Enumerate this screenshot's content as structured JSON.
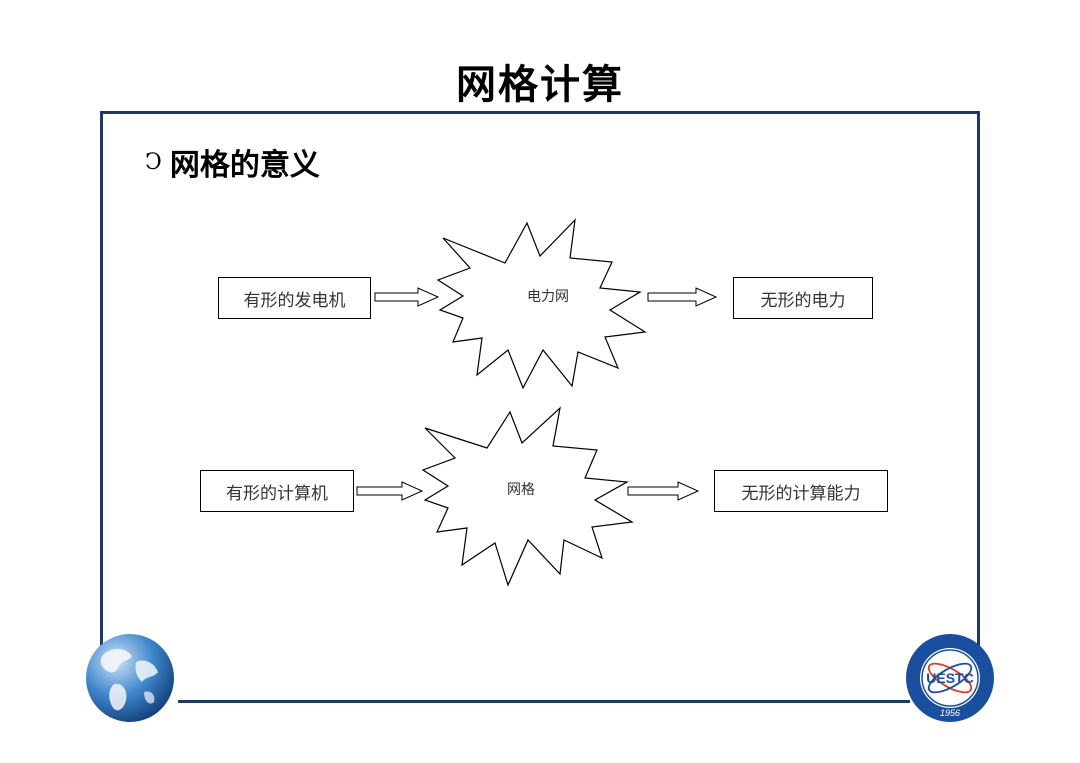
{
  "slide": {
    "title": "网格计算"
  },
  "section": {
    "heading": "网格的意义"
  },
  "diagram": {
    "row1": {
      "left": "有形的发电机",
      "center": "电力网",
      "right": "无形的电力"
    },
    "row2": {
      "left": "有形的计算机",
      "center": "网格",
      "right": "无形的计算能力"
    }
  },
  "logo": {
    "text": "UESTC",
    "year": "1956"
  },
  "colors": {
    "frame": "#1d3a66",
    "seal_blue": "#1a4fa0",
    "globe_blue": "#2a6db5"
  }
}
